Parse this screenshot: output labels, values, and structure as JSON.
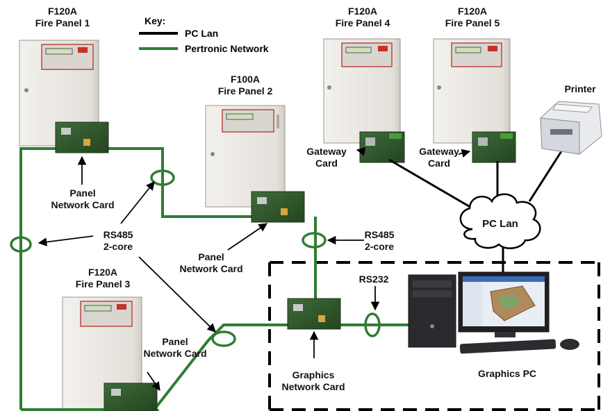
{
  "key": {
    "title": "Key:",
    "items": [
      {
        "label": "PC Lan",
        "color": "#000000"
      },
      {
        "label": "Pertronic Network",
        "color": "#2e7d32"
      }
    ]
  },
  "panels": {
    "p1": {
      "model": "F120A",
      "name": "Fire Panel 1"
    },
    "p2": {
      "model": "F100A",
      "name": "Fire Panel 2"
    },
    "p3": {
      "model": "F120A",
      "name": "Fire Panel 3"
    },
    "p4": {
      "model": "F120A",
      "name": "Fire Panel 4"
    },
    "p5": {
      "model": "F120A",
      "name": "Fire Panel 5"
    }
  },
  "cards": {
    "pnc1": [
      "Panel",
      "Network Card"
    ],
    "pnc2": [
      "Panel",
      "Network Card"
    ],
    "pnc3": [
      "Panel",
      "Network Card"
    ],
    "gw4": [
      "Gateway",
      "Card"
    ],
    "gw5": [
      "Gateway",
      "Card"
    ],
    "gnc": [
      "Graphics",
      "Network Card"
    ]
  },
  "links": {
    "rs485_left": [
      "RS485",
      "2-core"
    ],
    "rs485_right": [
      "RS485",
      "2-core"
    ],
    "rs232": "RS232"
  },
  "devices": {
    "printer": "Printer",
    "pclan": "PC Lan",
    "graphics_pc": "Graphics PC"
  },
  "colors": {
    "network_green": "#2e7d32",
    "lan_black": "#000000",
    "panel_body": "#e8e6e2"
  }
}
